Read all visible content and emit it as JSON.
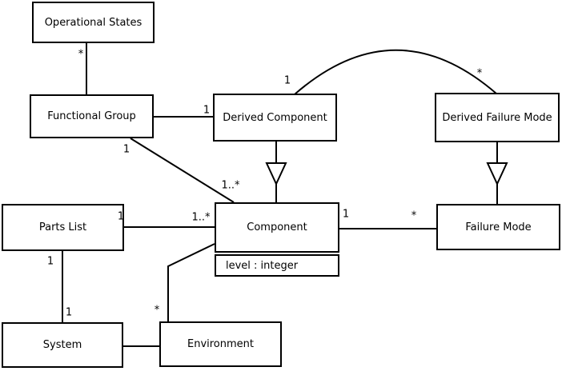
{
  "diagram": {
    "type": "uml-class-diagram",
    "colors": {
      "line": "#000000",
      "background": "#ffffff",
      "box_fill": "#ffffff",
      "text": "#000000"
    },
    "classes": [
      {
        "name": "Operational States"
      },
      {
        "name": "Functional Group"
      },
      {
        "name": "Derived Component"
      },
      {
        "name": "Derived Failure Mode"
      },
      {
        "name": "Parts List"
      },
      {
        "name": "Component",
        "attributes": [
          "level : integer"
        ]
      },
      {
        "name": "Failure Mode"
      },
      {
        "name": "System"
      },
      {
        "name": "Environment"
      }
    ],
    "labels": [
      {
        "text": "*",
        "at": "operational-states-end"
      },
      {
        "text": "1",
        "at": "derived-component-end-of-functional-group-line"
      },
      {
        "text": "1",
        "at": "derived-component-end-of-arc"
      },
      {
        "text": "*",
        "at": "derived-failure-mode-end-of-arc"
      },
      {
        "text": "1",
        "at": "functional-group-end-of-diagonal"
      },
      {
        "text": "1..*",
        "at": "component-end-of-diagonal"
      },
      {
        "text": "1",
        "at": "parts-list-end"
      },
      {
        "text": "1..*",
        "at": "component-end-of-parts-list-line"
      },
      {
        "text": "1",
        "at": "component-end-of-failure-mode-line"
      },
      {
        "text": "*",
        "at": "failure-mode-end"
      },
      {
        "text": "1",
        "at": "parts-list-end-of-system-line"
      },
      {
        "text": "1",
        "at": "system-end"
      },
      {
        "text": "*",
        "at": "environment-end"
      }
    ],
    "relationships": [
      {
        "from": "Operational States",
        "to": "Functional Group",
        "type": "association",
        "from_multiplicity": "*"
      },
      {
        "from": "Functional Group",
        "to": "Derived Component",
        "type": "association",
        "to_multiplicity": "1"
      },
      {
        "from": "Derived Component",
        "to": "Derived Failure Mode",
        "type": "association-arc",
        "from_multiplicity": "1",
        "to_multiplicity": "*"
      },
      {
        "from": "Derived Component",
        "to": "Component",
        "type": "generalization"
      },
      {
        "from": "Derived Failure Mode",
        "to": "Failure Mode",
        "type": "generalization"
      },
      {
        "from": "Functional Group",
        "to": "Component",
        "type": "association",
        "from_multiplicity": "1",
        "to_multiplicity": "1..*"
      },
      {
        "from": "Parts List",
        "to": "Component",
        "type": "association",
        "from_multiplicity": "1",
        "to_multiplicity": "1..*"
      },
      {
        "from": "Component",
        "to": "Failure Mode",
        "type": "association",
        "from_multiplicity": "1",
        "to_multiplicity": "*"
      },
      {
        "from": "Parts List",
        "to": "System",
        "type": "association",
        "from_multiplicity": "1",
        "to_multiplicity": "1"
      },
      {
        "from": "System",
        "to": "Environment",
        "type": "association"
      },
      {
        "from": "Environment",
        "to": "Component",
        "type": "association",
        "from_multiplicity": "*"
      }
    ]
  }
}
